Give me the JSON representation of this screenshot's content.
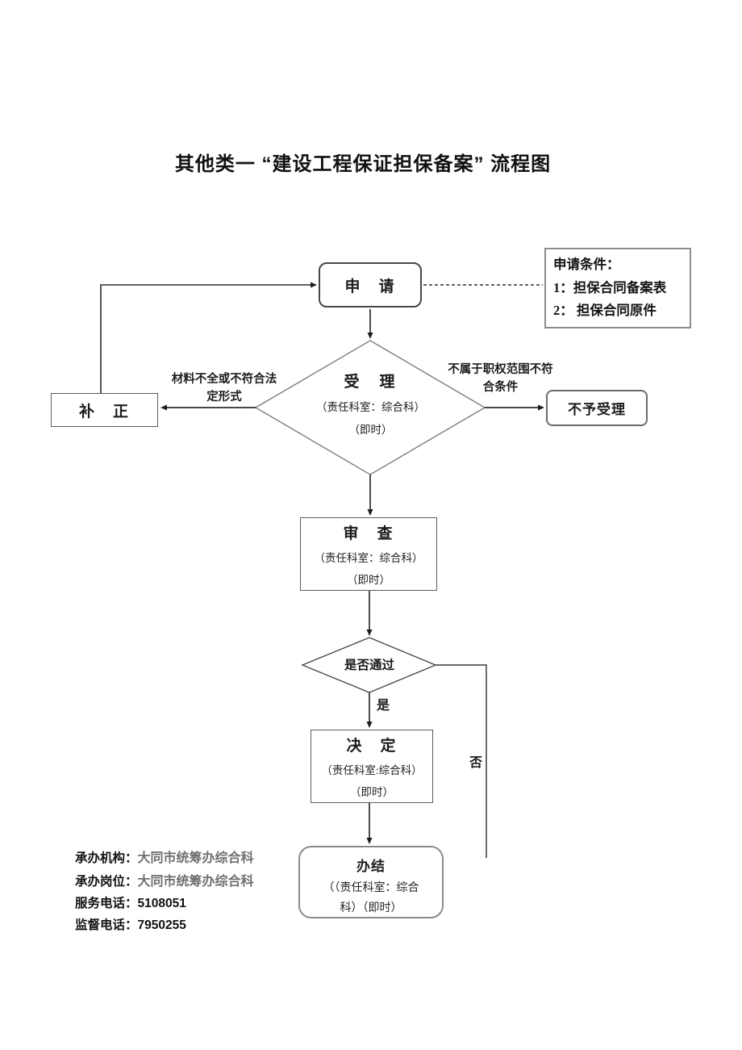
{
  "page": {
    "title": "其他类一 “建设工程保证担保备案” 流程图"
  },
  "nodes": {
    "apply": {
      "label": "申　请"
    },
    "conditions": {
      "title": "申请条件：",
      "item1": "1：担保合同备案表",
      "item2": "2： 担保合同原件"
    },
    "accept": {
      "label": "受　理",
      "dept": "（责任科室：综合科）",
      "time": "（即时）"
    },
    "correction": {
      "label": "补　正"
    },
    "reject": {
      "label": "不予受理"
    },
    "review": {
      "label": "审　查",
      "dept": "（责任科室：综合科）",
      "time": "（即时）"
    },
    "pass_check": {
      "label": "是否通过"
    },
    "decision": {
      "label": "决　定",
      "dept": "（责任科室:综合科）",
      "time": "（即时）"
    },
    "complete": {
      "label": "办结",
      "line2": "（（责任科室：综合",
      "line3": "科）（即时）"
    }
  },
  "edge_labels": {
    "left_line1": "材料不全或不符合法",
    "left_line2": "定形式",
    "right_line1": "不属于职权范围不符",
    "right_line2": "合条件",
    "yes": "是",
    "no": "否"
  },
  "footer": {
    "rows": [
      {
        "label": "承办机构：",
        "value": "大同市统筹办综合科"
      },
      {
        "label": "承办岗位：",
        "value": "大同市统筹办综合科"
      },
      {
        "label": "服务电话：",
        "value": "5108051"
      },
      {
        "label": "监督电话：",
        "value": "7950255"
      }
    ]
  },
  "colors": {
    "arrow_line": "#2e2e2e",
    "diamond_stroke": "#7d7d7d",
    "box_border": "#5c5c5c",
    "text": "#1a1a1a",
    "muted_value": "#6f6f6f"
  }
}
